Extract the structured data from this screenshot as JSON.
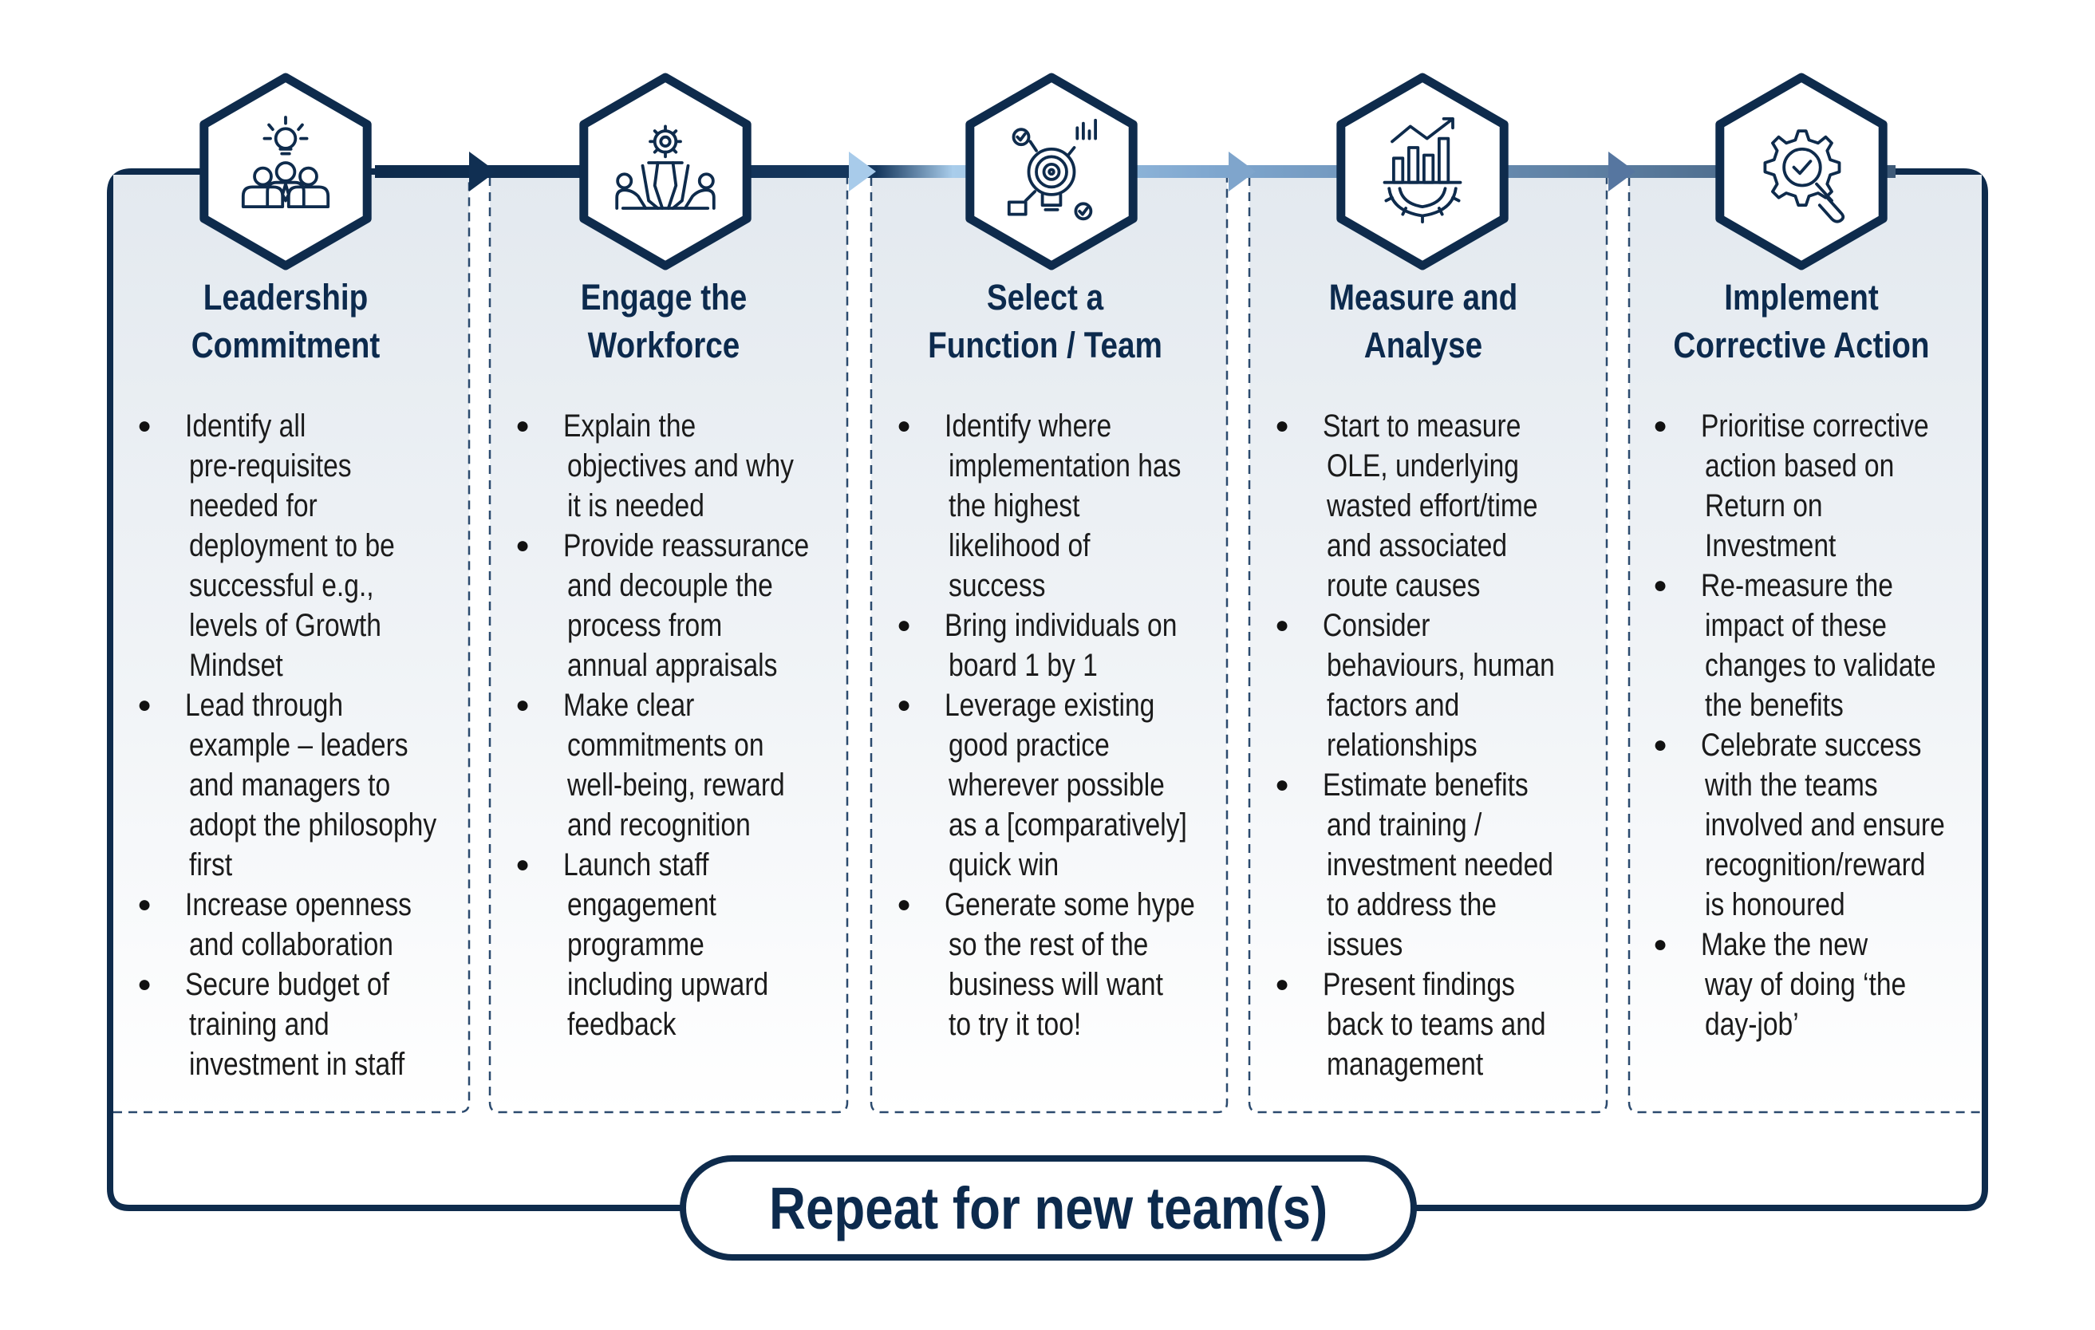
{
  "footer": {
    "label": "Repeat for new team(s)"
  },
  "steps": [
    {
      "title": [
        "Leadership",
        "Commitment"
      ],
      "icon": "leadership-icon",
      "bullets": [
        [
          "Identify all",
          "pre-requisites",
          "needed for",
          "deployment to be",
          "successful e.g.,",
          "levels of Growth",
          "Mindset"
        ],
        [
          "Lead through",
          "example – leaders",
          "and managers to",
          "adopt the philosophy",
          "first"
        ],
        [
          "Increase openness",
          "and collaboration"
        ],
        [
          "Secure budget of",
          "training and",
          "investment in staff"
        ]
      ]
    },
    {
      "title": [
        "Engage the",
        "Workforce"
      ],
      "icon": "teamwork-gear-icon",
      "bullets": [
        [
          "Explain the",
          "objectives and why",
          "it is needed"
        ],
        [
          "Provide reassurance",
          "and decouple the",
          "process from",
          "annual appraisals"
        ],
        [
          "Make clear",
          "commitments on",
          "well-being, reward",
          "and recognition"
        ],
        [
          "Launch staff",
          "engagement",
          "programme",
          "including upward",
          "feedback"
        ]
      ]
    },
    {
      "title": [
        "Select a",
        "Function / Team"
      ],
      "icon": "target-bulb-icon",
      "bullets": [
        [
          "Identify where",
          "implementation has",
          "the highest",
          "likelihood of",
          "success"
        ],
        [
          "Bring individuals on",
          "board 1 by 1"
        ],
        [
          "Leverage existing",
          "good practice",
          "wherever possible",
          "as a [comparatively]",
          "quick win"
        ],
        [
          "Generate some hype",
          "so the rest of the",
          "business will want",
          "to try it too!"
        ]
      ]
    },
    {
      "title": [
        "Measure and",
        "Analyse"
      ],
      "icon": "chart-gear-icon",
      "bullets": [
        [
          "Start to measure",
          "OLE, underlying",
          "wasted effort/time",
          "and associated",
          "route causes"
        ],
        [
          "Consider",
          "behaviours, human",
          "factors and",
          "relationships"
        ],
        [
          "Estimate benefits",
          "and training /",
          "investment needed",
          "to address the",
          "issues"
        ],
        [
          "Present findings",
          "back to teams and",
          "management"
        ]
      ]
    },
    {
      "title": [
        "Implement",
        "Corrective Action"
      ],
      "icon": "gear-check-magnifier-icon",
      "bullets": [
        [
          "Prioritise corrective",
          "action based on",
          "Return on",
          "Investment"
        ],
        [
          "Re-measure the",
          "impact of these",
          "changes to validate",
          "the benefits"
        ],
        [
          "Celebrate success",
          "with the teams",
          "involved and ensure",
          "recognition/reward",
          "is honoured"
        ],
        [
          "Make the new",
          "way of doing ‘the",
          "day-job’"
        ]
      ]
    }
  ]
}
